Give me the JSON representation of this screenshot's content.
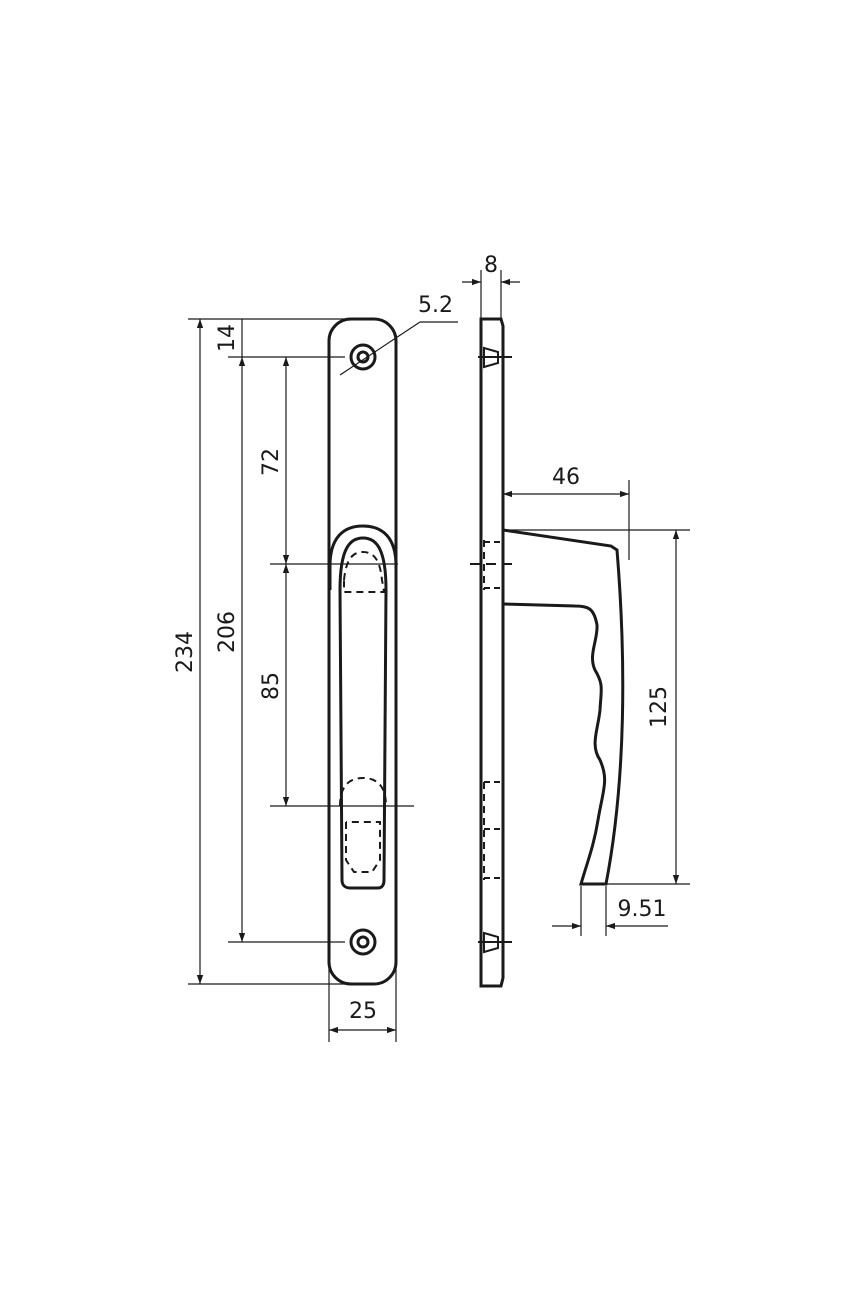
{
  "colors": {
    "line": "#1a1a1a",
    "background": "#ffffff"
  },
  "dimensions": {
    "overall_height": "234",
    "hole_spacing": "206",
    "top_offset": "14",
    "to_handle_axis": "72",
    "handle_axis_to_lower": "85",
    "hole_diameter": "5.2",
    "plate_width": "25",
    "plate_thickness": "8",
    "handle_projection": "46",
    "handle_length": "125",
    "tip_width": "9.51"
  }
}
